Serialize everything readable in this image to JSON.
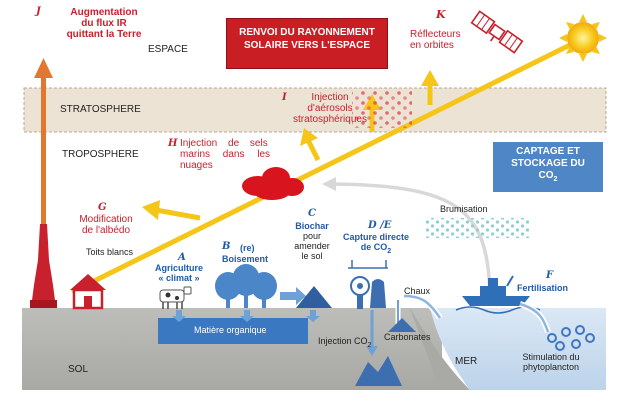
{
  "colors": {
    "red": "#c8202d",
    "blue": "#1f5aa8",
    "sun_ray": "#f5c518",
    "soil": "#b3b3b0",
    "sea": "#c9dcef",
    "stratosphere": "#ede3d4",
    "storage_box": "#4f86c6",
    "space_box": "#c81e24"
  },
  "zones": {
    "espace": "ESPACE",
    "stratosphere": "STRATOSPHERE",
    "troposphere": "TROPOSPHERE",
    "sol": "SOL",
    "mer": "MER"
  },
  "renvoi_box": {
    "line1": "RENVOI DU RAYONNEMENT",
    "line2": "SOLAIRE VERS L'ESPACE"
  },
  "captage_box": {
    "line1": "CAPTAGE ET",
    "line2": "STOCKAGE DU",
    "line3": "CO",
    "sub": "2"
  },
  "items": {
    "J": {
      "letter": "J",
      "line1": "Augmentation",
      "line2": "du flux IR",
      "line3": "quittant la Terre"
    },
    "K": {
      "letter": "K",
      "line1": "Réflecteurs",
      "line2": "en orbites"
    },
    "I": {
      "letter": "I",
      "line1": "Injection",
      "line2": "d'aérosols",
      "line3": "stratosphériques"
    },
    "H": {
      "letter": "H",
      "line1": "Injection de sels",
      "line2": "marins dans les",
      "line3": "nuages"
    },
    "G": {
      "letter": "G",
      "line1": "Modification",
      "line2": "de l'albédo",
      "extra": "Toits blancs"
    },
    "A": {
      "letter": "A",
      "line1": "Agriculture",
      "line2": "« climat »"
    },
    "B": {
      "letter": "B",
      "line1": "(re)",
      "line2": "Boisement"
    },
    "C": {
      "letter": "C",
      "line1": "Biochar",
      "line2": "pour",
      "line3": "amender",
      "line4": "le sol"
    },
    "DE": {
      "letter": "D /E",
      "line1": "Capture directe",
      "line2": "de CO",
      "sub": "2"
    },
    "F": {
      "letter": "F",
      "line1": "Fertilisation"
    }
  },
  "labels": {
    "brumisation": "Brumisation",
    "chaux": "Chaux",
    "carbonates": "Carbonates",
    "injection_co2": "Injection CO",
    "injection_co2_sub": "2",
    "matiere": "Matière organique",
    "stimulation_line1": "Stimulation du",
    "stimulation_line2": "phytoplancton"
  }
}
